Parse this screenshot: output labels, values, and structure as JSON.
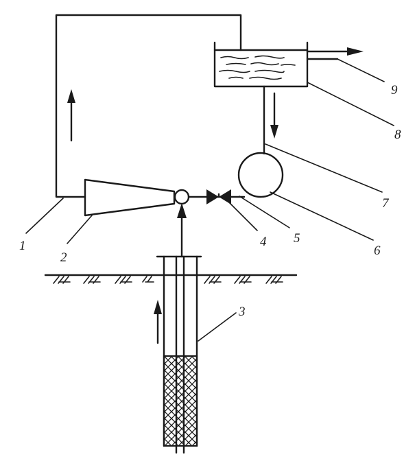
{
  "labels": {
    "l1": "1",
    "l2": "2",
    "l3": "3",
    "l4": "4",
    "l5": "5",
    "l6": "6",
    "l7": "7",
    "l8": "8",
    "l9": "9"
  },
  "colors": {
    "ink": "#1a1a1a",
    "background": "#ffffff"
  }
}
